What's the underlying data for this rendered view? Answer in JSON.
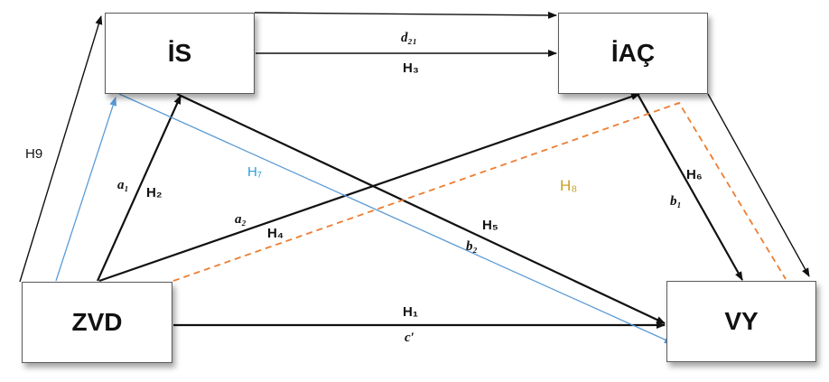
{
  "nodes": {
    "is": "İS",
    "iac": "İAÇ",
    "zvd": "ZVD",
    "vy": "VY"
  },
  "labels": {
    "h1": "H₁",
    "h2": "H₂",
    "h3": "H₃",
    "h4": "H₄",
    "h5": "H₅",
    "h6": "H₆",
    "h7": "H₇",
    "h8": "H₈",
    "h9": "H9",
    "a1": "a₁",
    "a2": "a₂",
    "b1": "b₁",
    "b2": "b₂",
    "c_prime": "c′",
    "d21": "d₂₁"
  },
  "colors": {
    "path_line": "#111111",
    "h7_line": "#5b9bd5",
    "h8_line": "#ed7d31",
    "h7_label": "#2aa0d6",
    "h8_label": "#c9a227"
  }
}
